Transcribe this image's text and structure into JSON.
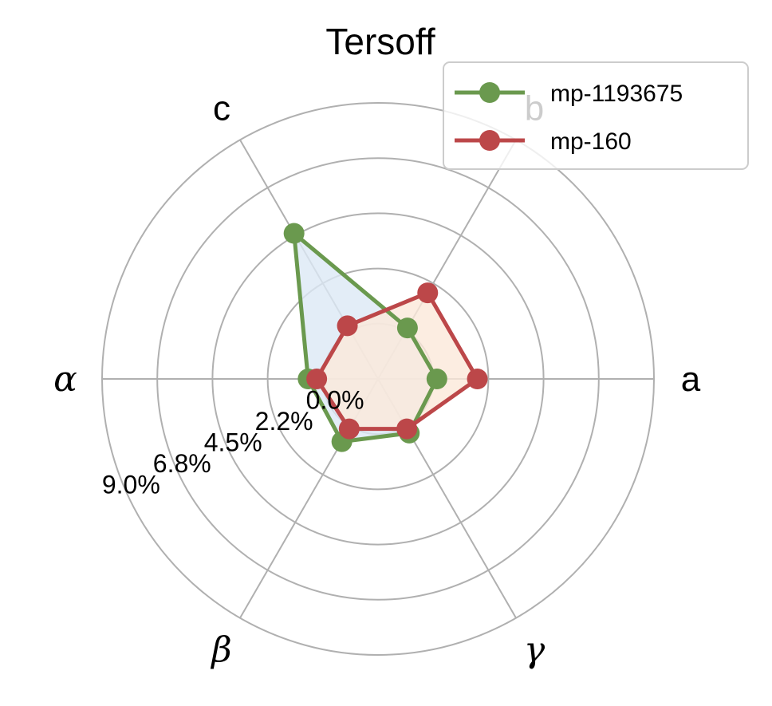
{
  "chart_data": {
    "type": "radar",
    "title": "Tersoff",
    "axes": [
      "a",
      "b",
      "c",
      "α",
      "β",
      "γ"
    ],
    "radial_ticks": [
      "0.0%",
      "2.2%",
      "4.5%",
      "6.8%",
      "9.0%"
    ],
    "radial_tick_values": [
      0.0,
      2.25,
      4.5,
      6.75,
      9.0
    ],
    "r_range": [
      -2.25,
      9.0
    ],
    "grid": true,
    "legend_position": "top-right",
    "series": [
      {
        "name": "mp-1193675",
        "color": "#6a994e",
        "values": [
          0.15,
          0.15,
          4.6,
          0.6,
          0.7,
          0.3
        ]
      },
      {
        "name": "mp-160",
        "color": "#bc4749",
        "values": [
          1.8,
          1.8,
          0.25,
          0.25,
          0.1,
          0.1
        ]
      }
    ],
    "fill_colors": {
      "mp-1193675": "#dce9f5",
      "mp-160": "#fbe8da"
    }
  }
}
